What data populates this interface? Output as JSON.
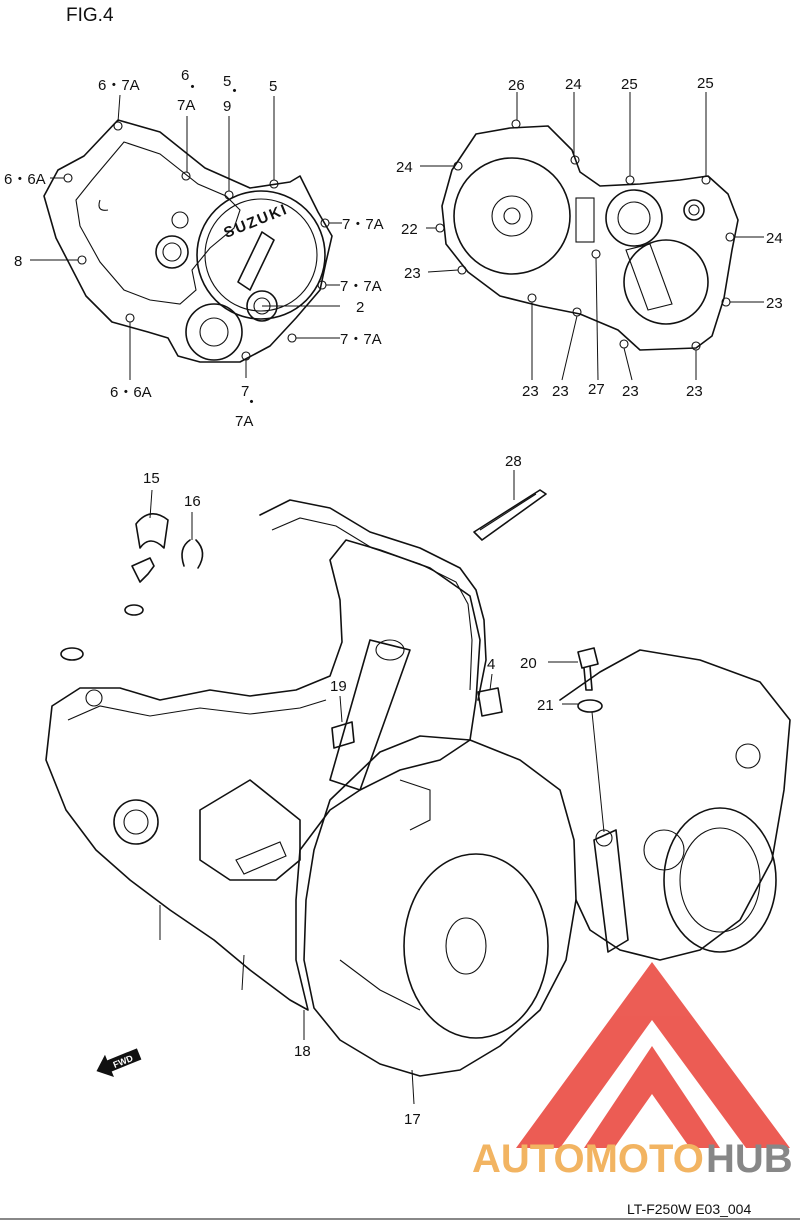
{
  "figure": {
    "title": "FIG.4",
    "reference_code": "LT-F250W E03_004"
  },
  "stamped_logo": "SUZUKI",
  "direction_marker": "FWD",
  "watermark": {
    "part_a": "AUTOMOTO",
    "part_b": "HUB"
  },
  "callouts": {
    "l_6_7A": "6・7A",
    "l_6_top": "6",
    "l_7A_top": "7A",
    "l_5_a": "5",
    "l_9": "9",
    "l_5_b": "5",
    "l_6_6A_left": "6・6A",
    "l_8": "8",
    "l_77A_1": "7・7A",
    "l_77A_2": "7・7A",
    "l_77A_3": "7・7A",
    "l_2": "2",
    "l_6_6A_bottom": "6・6A",
    "l_7_bottom": "7",
    "l_7A_bottom": "7A",
    "r_26": "26",
    "r_24_top": "24",
    "r_25_a": "25",
    "r_25_b": "25",
    "r_24_left": "24",
    "r_22": "22",
    "r_23_left": "23",
    "r_24_right": "24",
    "r_23_right": "23",
    "r_23_b1": "23",
    "r_23_b2": "23",
    "r_27": "27",
    "r_23_b3": "23",
    "r_23_b4": "23",
    "c_28": "28",
    "c_15": "15",
    "c_16": "16",
    "c_4": "4",
    "c_20": "20",
    "c_19": "19",
    "c_21": "21",
    "c_18": "18",
    "c_17": "17"
  },
  "colors": {
    "line": "#111111",
    "watermark_red": "#e8392f",
    "watermark_orange": "#f0a440",
    "watermark_gray": "#6d6d6d"
  }
}
